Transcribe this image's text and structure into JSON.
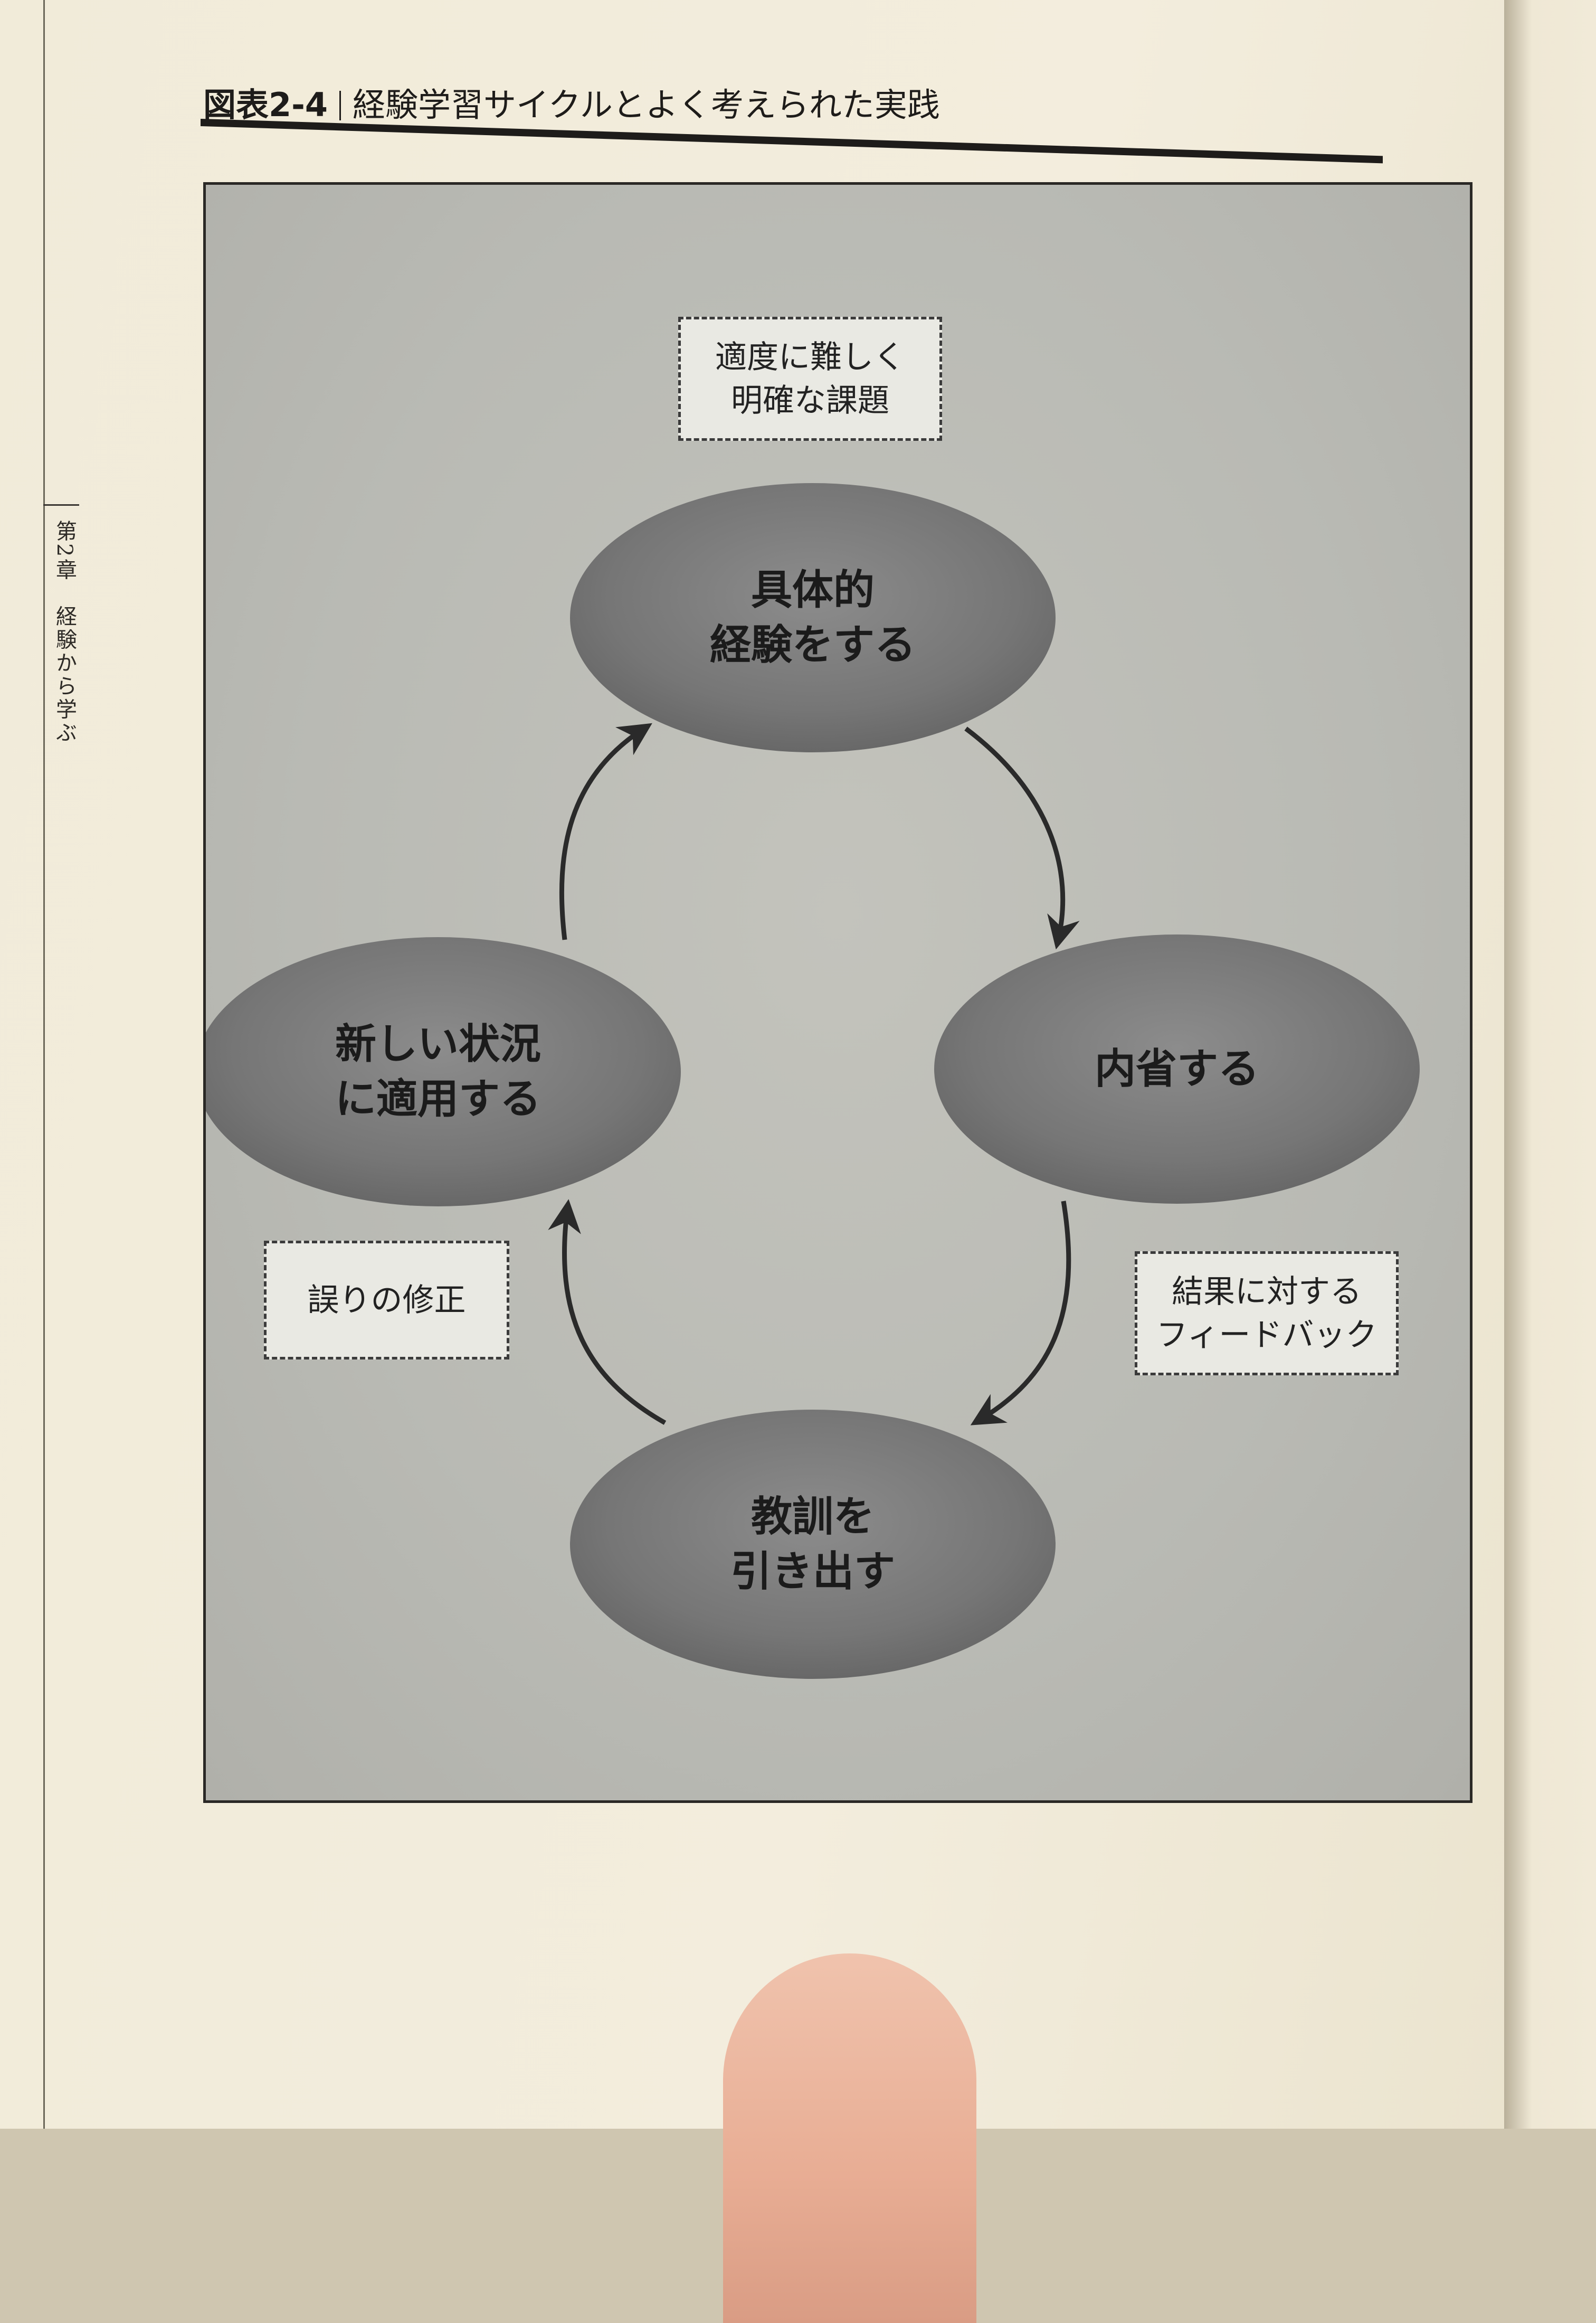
{
  "header": {
    "figure_label": "図表2-4",
    "title": "経験学習サイクルとよく考えられた実践"
  },
  "side_caption": "第2章　経験から学ぶ",
  "diagram": {
    "nodes": [
      {
        "id": "concrete-experience",
        "lines": [
          "具体的",
          "経験をする"
        ]
      },
      {
        "id": "reflect",
        "lines": [
          "内省する"
        ]
      },
      {
        "id": "draw-lessons",
        "lines": [
          "教訓を",
          "引き出す"
        ]
      },
      {
        "id": "apply-new",
        "lines": [
          "新しい状況",
          "に適用する"
        ]
      }
    ],
    "notes": [
      {
        "id": "challenge",
        "lines": [
          "適度に難しく",
          "明確な課題"
        ]
      },
      {
        "id": "feedback",
        "lines": [
          "結果に対する",
          "フィードバック"
        ]
      },
      {
        "id": "correction",
        "lines": [
          "誤りの修正"
        ]
      }
    ],
    "colors": {
      "node_fill": "#7b7b7b",
      "arrow": "#2a2a2a",
      "panel": "#bcbcb6"
    }
  }
}
